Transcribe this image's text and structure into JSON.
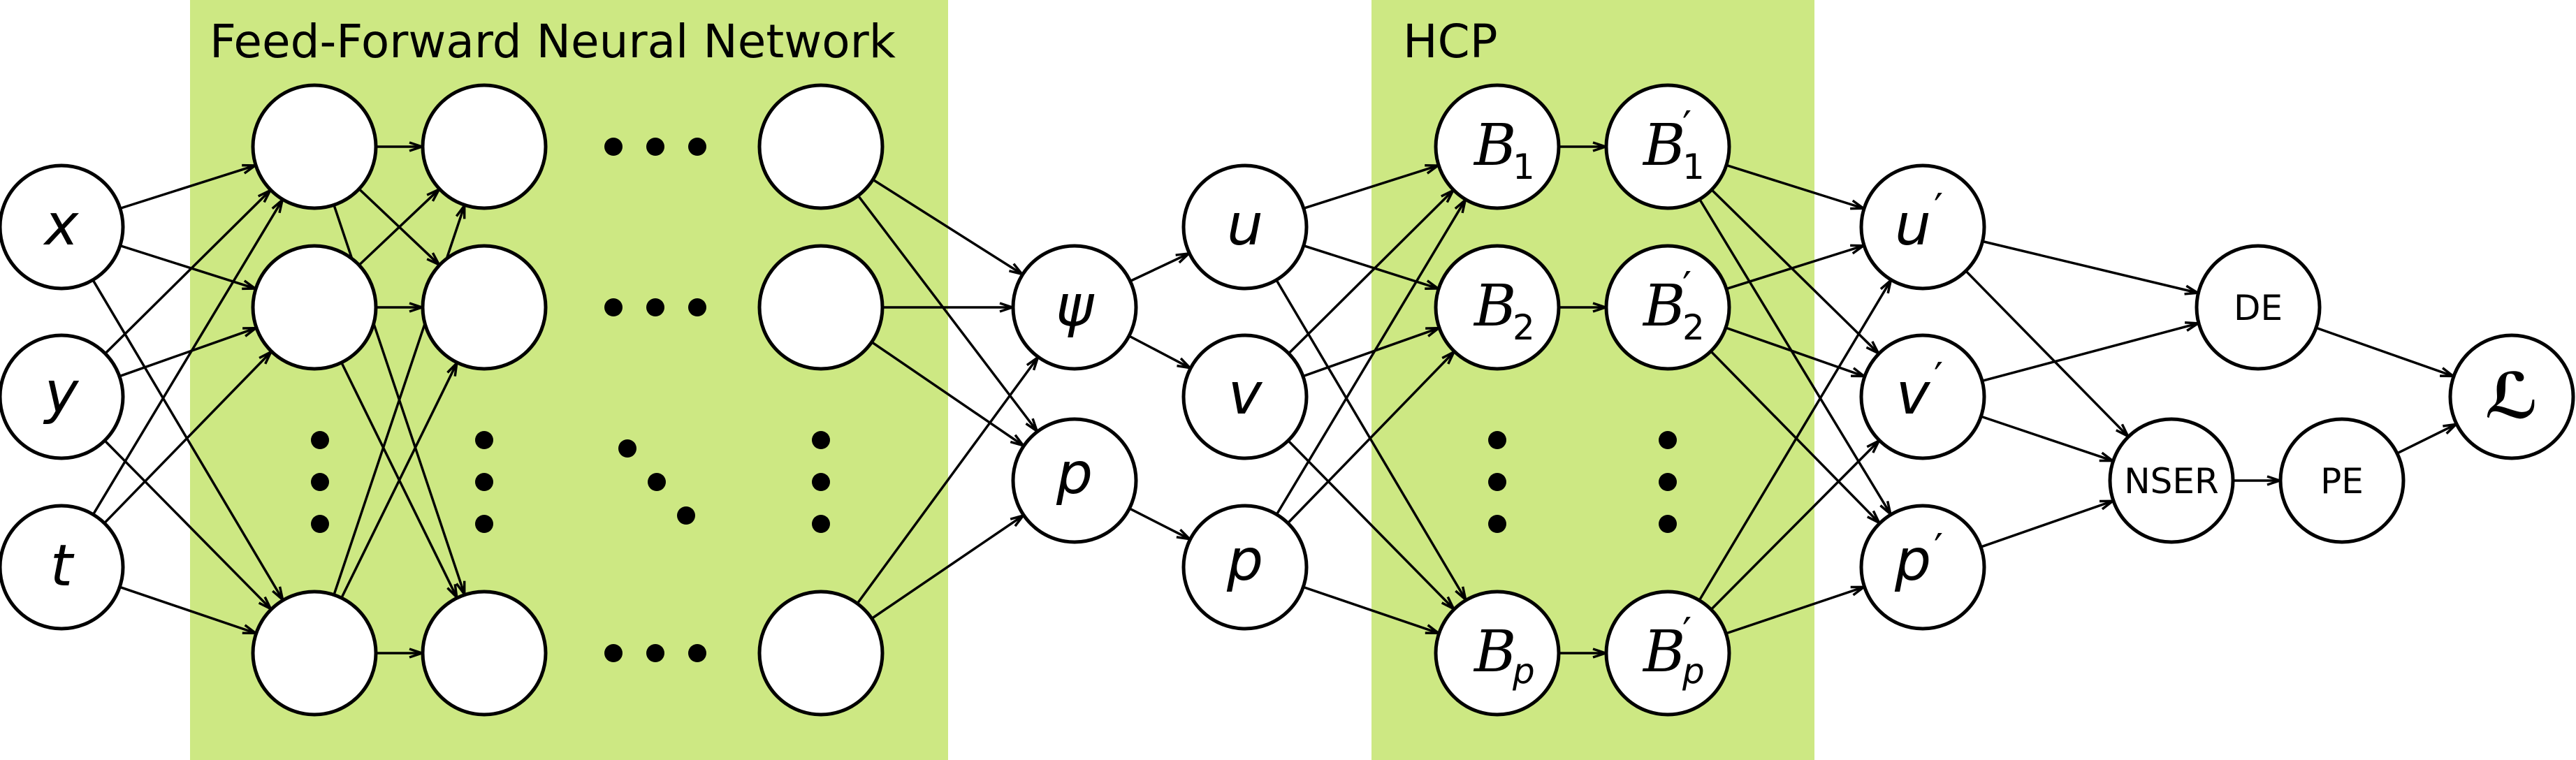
{
  "regions": {
    "ffnn_title": "Feed-Forward Neural Network",
    "hcp_title": "HCP"
  },
  "colors": {
    "region_fill": "#cde883",
    "stroke": "#000000",
    "node_fill": "#ffffff"
  },
  "nodes": {
    "x": "x",
    "y": "y",
    "t": "t",
    "psi": "ψ",
    "p_out": "p",
    "u": "u",
    "v": "v",
    "p": "p",
    "B1": {
      "base": "B",
      "sub": "1"
    },
    "B2": {
      "base": "B",
      "sub": "2"
    },
    "Bp": {
      "base": "B",
      "sub": "p"
    },
    "B1p": {
      "base": "B",
      "sub": "1",
      "prime": "′"
    },
    "B2p": {
      "base": "B",
      "sub": "2",
      "prime": "′"
    },
    "Bpp": {
      "base": "B",
      "sub": "p",
      "prime": "′"
    },
    "u_prime": {
      "base": "u",
      "prime": "′"
    },
    "v_prime": {
      "base": "v",
      "prime": "′"
    },
    "p_prime": {
      "base": "p",
      "prime": "′"
    },
    "DE": "DE",
    "NSER": "NSER",
    "PE": "PE",
    "L": "ℒ"
  }
}
